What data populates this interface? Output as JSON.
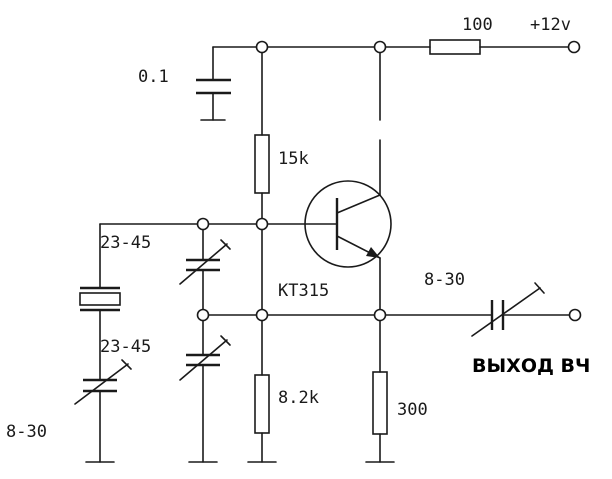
{
  "labels": {
    "cap_bypass": "0.1",
    "res_supply": "100",
    "supply_voltage": "+12v",
    "res_bias_top": "15k",
    "cap_trim_upper": "23-45",
    "cap_trim_lower": "23-45",
    "cap_trim_bottom": "8-30",
    "cap_output": "8-30",
    "transistor": "KT315",
    "res_bias_bottom": "8.2k",
    "res_emitter": "300",
    "output": "ВЫХОД ВЧ"
  }
}
